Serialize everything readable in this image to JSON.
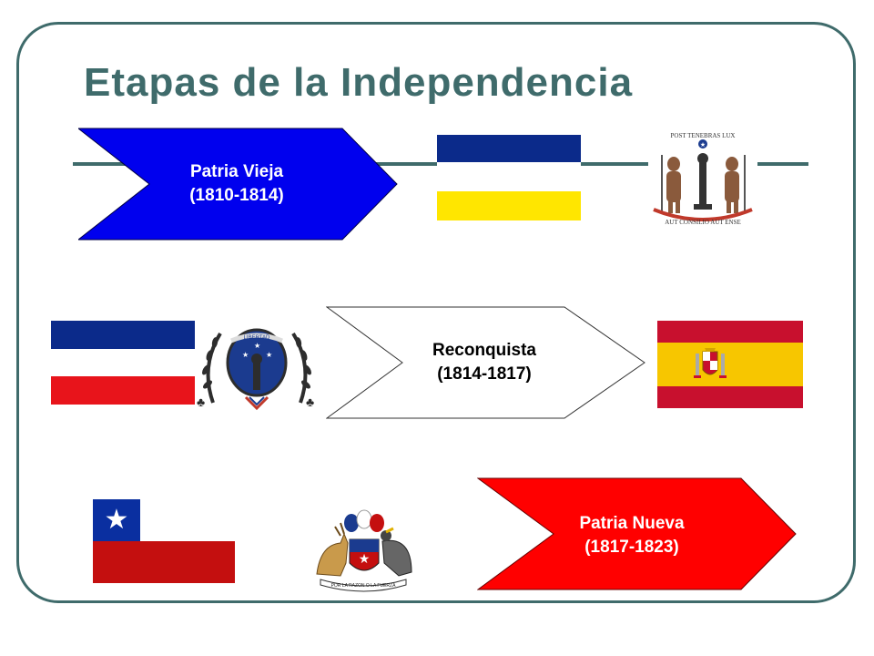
{
  "title": "Etapas de la Independencia",
  "colors": {
    "frame": "#3f6b6b",
    "title": "#3f6b6b",
    "patria_vieja": "#0000ee",
    "reconquista": "#ffffff",
    "patria_nueva": "#ff0000",
    "flag_blue": "#0b2a8a",
    "flag_yellow": "#ffe600",
    "flag_red": "#e8141b",
    "spain_red": "#c8102e",
    "spain_yellow": "#f7c600",
    "chile_blue": "#0a2fa0",
    "chile_red": "#c40f0f"
  },
  "stages": [
    {
      "line1": "Patria Vieja",
      "line2": "(1810-1814)"
    },
    {
      "line1": "Reconquista",
      "line2": "(1814-1817)"
    },
    {
      "line1": "Patria Nueva",
      "line2": "(1817-1823)"
    }
  ],
  "emblems": {
    "emblem_1810": {
      "icon": "coat-of-arms-1812-icon",
      "top_text": "POST TENEBRAS LUX",
      "bottom_text": "AUT CONSILIO AUT ENSE"
    },
    "emblem_1817": {
      "icon": "coat-of-arms-1817-icon",
      "band_text": "LIBERTAD"
    },
    "emblem_chile": {
      "icon": "coat-of-arms-chile-icon",
      "motto": "POR LA RAZON O LA FUERZA"
    }
  }
}
